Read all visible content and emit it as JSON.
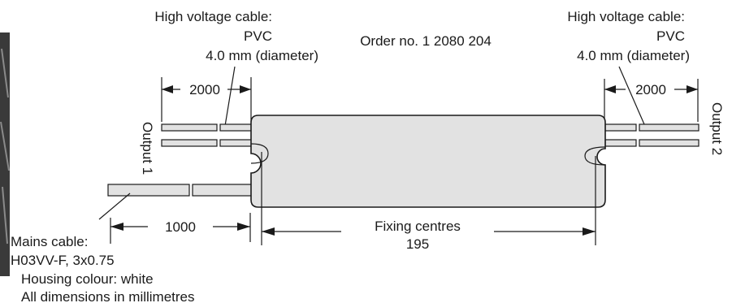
{
  "order_no": "Order no. 1 2080 204",
  "left_hv_cable": {
    "line1": "High voltage cable:",
    "line2": "PVC",
    "line3": "4.0 mm (diameter)"
  },
  "right_hv_cable": {
    "line1": "High voltage cable:",
    "line2": "PVC",
    "line3": "4.0 mm (diameter)"
  },
  "output_left": "Output 1",
  "output_right": "Output 2",
  "dim_left_cable": "2000",
  "dim_right_cable": "2000",
  "dim_mains_cable": "1000",
  "fixing_centres": {
    "label": "Fixing centres",
    "value": "195"
  },
  "mains_cable": {
    "line1": "Mains cable:",
    "line2": "H03VV-F, 3x0.75"
  },
  "housing_colour": "Housing colour: white",
  "units_note": "All dimensions in millimetres"
}
